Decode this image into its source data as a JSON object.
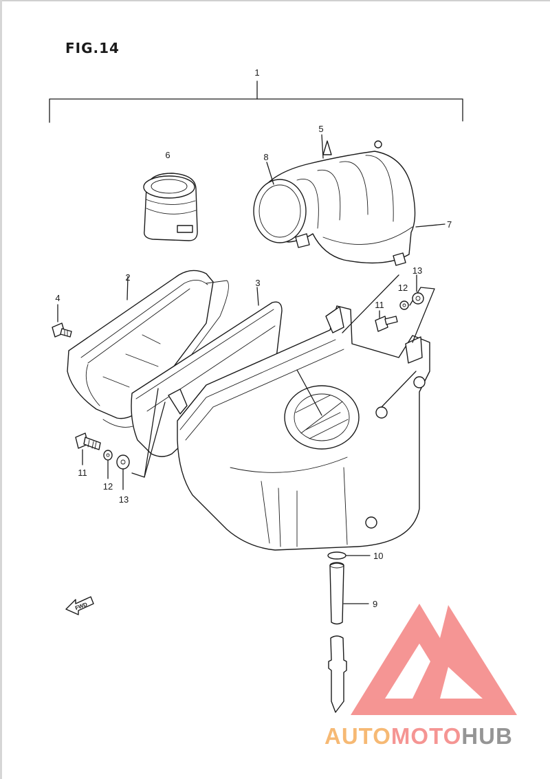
{
  "figure": {
    "title": "FIG.14"
  },
  "callouts": {
    "c1": "1",
    "c2": "2",
    "c3": "3",
    "c4": "4",
    "c5": "5",
    "c6": "6",
    "c7": "7",
    "c8": "8",
    "c9": "9",
    "c10": "10",
    "c11a": "11",
    "c11b": "11",
    "c12a": "12",
    "c12b": "12",
    "c13a": "13",
    "c13b": "13"
  },
  "fwd_label": "FWD",
  "watermark": {
    "brand_a": "AUTO",
    "brand_b": "MOTO",
    "brand_c": "HUB",
    "color_orange": "#f6b266",
    "color_red": "#f48a88",
    "color_gray": "#8a8a8a"
  }
}
